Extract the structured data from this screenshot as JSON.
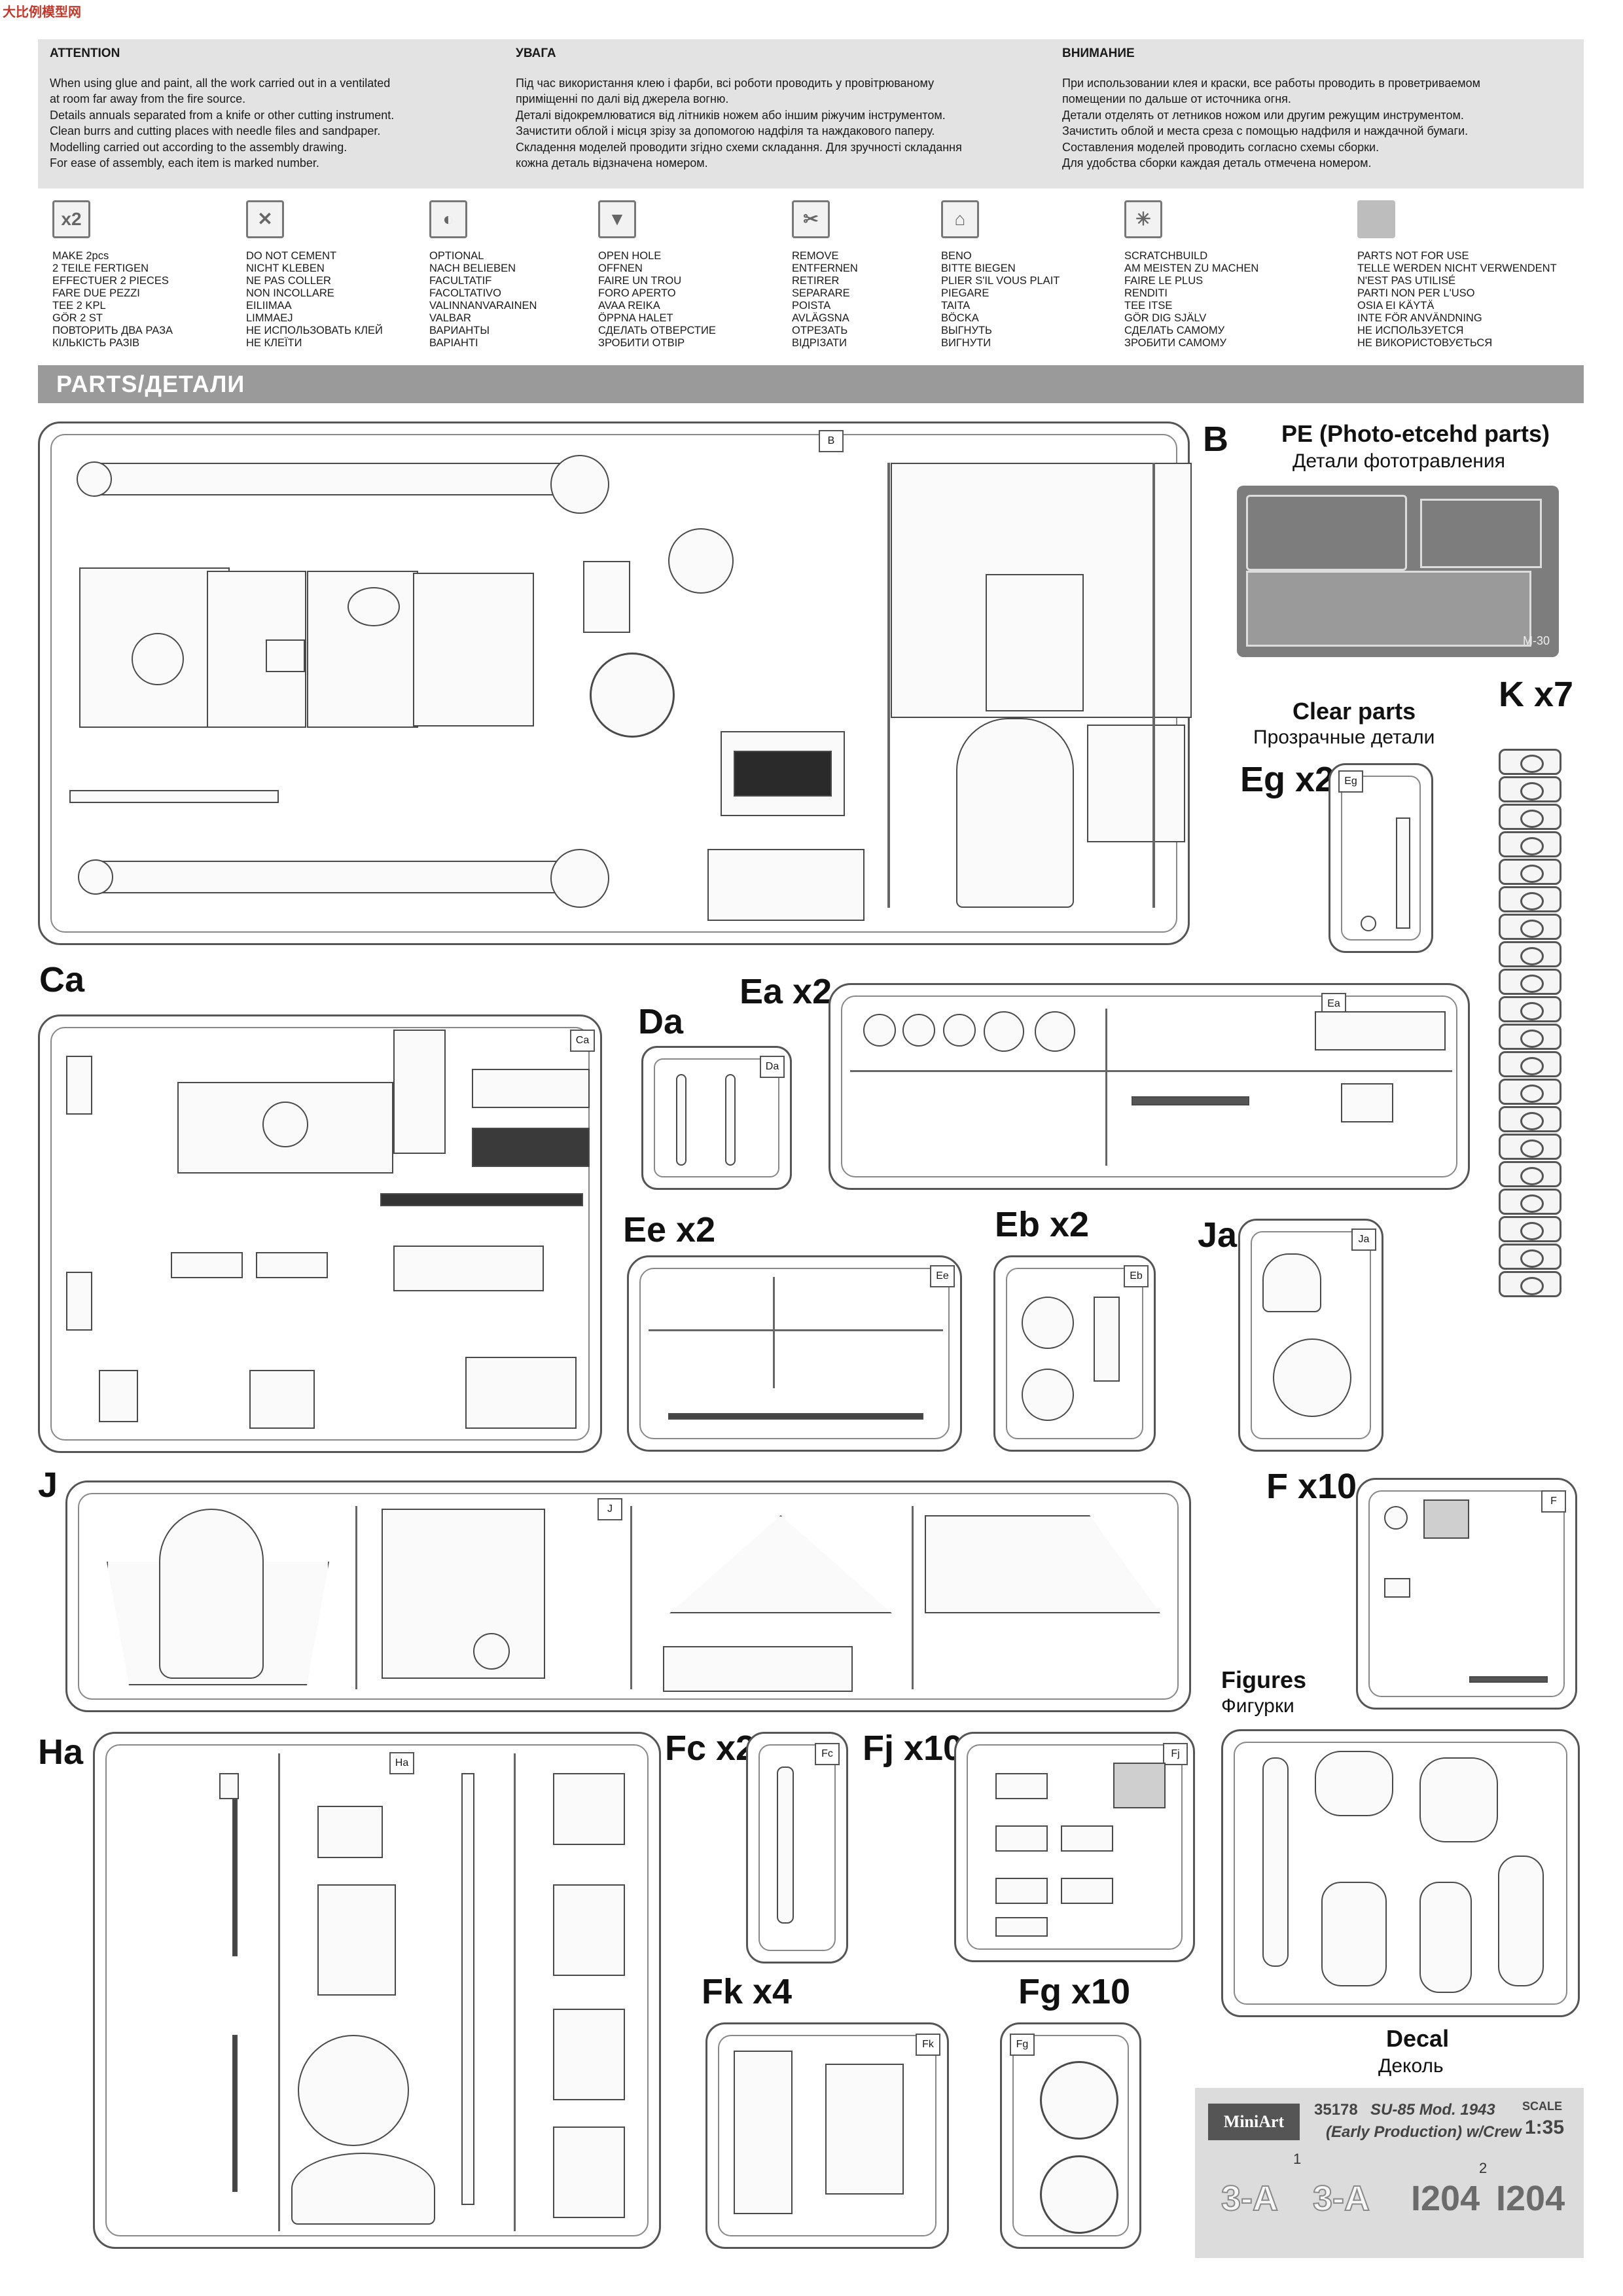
{
  "header": {
    "logo_mark": "大比例模型网"
  },
  "attention": {
    "en": {
      "title": "ATTENTION",
      "lines": [
        "When using glue and paint, all the work carried out in a ventilated",
        "at room far away from the fire source.",
        "Details annuals separated from a knife or other cutting instrument.",
        "Clean burrs and cutting places with needle files and sandpaper.",
        "Modelling carried out according to the assembly drawing.",
        "For ease of assembly, each item is marked number."
      ]
    },
    "ua": {
      "title": "УВАГА",
      "lines": [
        "Під час використання клею і фарби, всі роботи проводить у провітрюваному",
        "приміщенні по далі від джерела вогню.",
        "Деталі відокремлюватися від літників ножем або іншим ріжучим інструментом.",
        "Зачистити облой і місця зрізу за допомогою надфіля та наждакового паперу.",
        "Складення моделей проводити згідно схеми складання. Для зручності складання",
        "кожна деталь відзначена номером."
      ]
    },
    "ru": {
      "title": "ВНИМАНИЕ",
      "lines": [
        "При использовании клея и краски, все работы проводить в проветриваемом",
        "помещении по дальше от источника огня.",
        "Детали отделять от летников ножом или другим режущим инструментом.",
        "Зачистить облой и места среза с помощью надфиля и наждачной бумаги.",
        "Составления моделей проводить согласно схемы сборки.",
        "Для удобства сборки каждая деталь отмечена номером."
      ]
    }
  },
  "symbols": [
    {
      "icon": "make-2pcs-icon",
      "glyph": "x2",
      "lines": [
        "MAKE 2pcs",
        "2 TEILE FERTIGEN",
        "EFFECTUER 2 PIECES",
        "FARE DUE PEZZI",
        "TEE 2 KPL",
        "GÖR 2 ST",
        "ПОВТОРИТЬ ДВА РАЗА",
        "КІЛЬКІСТЬ РАЗІВ"
      ]
    },
    {
      "icon": "do-not-cement-icon",
      "glyph": "✕",
      "lines": [
        "DO NOT CEMENT",
        "NICHT KLEBEN",
        "NE PAS COLLER",
        "NON INCOLLARE",
        "EILIIMAA",
        "LIMMAEJ",
        "НЕ ИСПОЛЬЗОВАТЬ КЛЕЙ",
        "НЕ КЛЕЇТИ"
      ]
    },
    {
      "icon": "optional-icon",
      "glyph": "◐",
      "lines": [
        "OPTIONAL",
        "NACH BELIEBEN",
        "FACULTATIF",
        "FACOLTATIVO",
        "VALINNANVARAINEN",
        "VALBAR",
        "ВАРИАНТЫ",
        "ВАРІАНТІ"
      ]
    },
    {
      "icon": "open-hole-icon",
      "glyph": "▼",
      "lines": [
        "OPEN  HOLE",
        "OFFNEN",
        "FAIRE UN TROU",
        "FORO APERTO",
        "AVAA REIKA",
        "ÖPPNA HALET",
        "СДЕЛАТЬ ОТВЕРСТИЕ",
        "ЗРОБИТИ ОТВІР"
      ]
    },
    {
      "icon": "remove-icon",
      "glyph": "✂",
      "lines": [
        "REMOVE",
        "ENTFERNEN",
        "RETIRER",
        "SEPARARE",
        "POISTA",
        "AVLÄGSNA",
        "ОТРЕЗАТЬ",
        "ВІДРІЗАТИ"
      ]
    },
    {
      "icon": "bend-icon",
      "glyph": "⌂",
      "lines": [
        "BENO",
        "BITTE BIEGEN",
        "PLIER S'IL VOUS PLAIT",
        "PIEGARE",
        "TAITA",
        "BÖCKA",
        "ВЫГНУТЬ",
        "ВИГНУТИ"
      ]
    },
    {
      "icon": "scratchbuild-icon",
      "glyph": "✳",
      "lines": [
        "SCRATCHBUILD",
        "AM MEISTEN ZU MACHEN",
        "FAIRE LE PLUS",
        "RENDITI",
        "TEE ITSE",
        "GÖR DIG SJÄLV",
        "СДЕЛАТЬ САМОМУ",
        "ЗРОБИТИ САМОМУ"
      ]
    },
    {
      "icon": "parts-not-for-use-icon",
      "glyph": "",
      "lines": [
        "PARTS NOT FOR USE",
        "TELLE WERDEN NICHT VERWENDENT",
        "N'EST PAS UTILISÉ",
        "PARTI NON PER  L'USO",
        "OSIA EI KÄYTÄ",
        "INTE FÖR ANVÄNDNING",
        "НЕ ИСПОЛЬЗУЕТСЯ",
        "НЕ ВИКОРИСТОВУЄТЬСЯ"
      ]
    }
  ],
  "parts_bar": "PARTS/ДЕТАЛИ",
  "sprues": {
    "B": "B",
    "Ca": "Ca",
    "Da": "Da",
    "Ea": "Ea x2",
    "Ee": "Ee x2",
    "Eb": "Eb x2",
    "Ja": "Ja",
    "J": "J",
    "F": "F x10",
    "Ha": "Ha",
    "Fc": "Fc x2",
    "Fj": "Fj x10",
    "Fk": "Fk x4",
    "Fg": "Fg x10",
    "K": "K x7",
    "Eg": "Eg x2"
  },
  "sprue_tags": {
    "B": "B",
    "Ca": "Ca",
    "Da": "Da",
    "Ea": "Ea",
    "Ee": "Ee",
    "Eb": "Eb",
    "Ja": "Ja",
    "J": "J",
    "F": "F",
    "Ha": "Ha",
    "Fc": "Fc",
    "Fj": "Fj",
    "Fk": "Fk",
    "Fg": "Fg",
    "Eg": "Eg"
  },
  "pe": {
    "title": "PE (Photo-etcehd parts)",
    "subtitle": "Детали фототравления",
    "code": "M-30"
  },
  "clear": {
    "title": "Clear parts",
    "subtitle": "Прозрачные детали"
  },
  "figures": {
    "title": "Figures",
    "subtitle": "Фигурки"
  },
  "decal": {
    "title": "Decal",
    "subtitle": "Деколь",
    "brand": "MiniArt",
    "kit_number": "35178",
    "kit_name": "SU-85 Mod. 1943",
    "kit_variant": "(Early Production) w/Crew",
    "scale_label": "SCALE",
    "scale": "1:35",
    "marks": [
      "3-A",
      "3-A",
      "I204",
      "I204"
    ],
    "numbers": [
      "1",
      "2"
    ]
  }
}
